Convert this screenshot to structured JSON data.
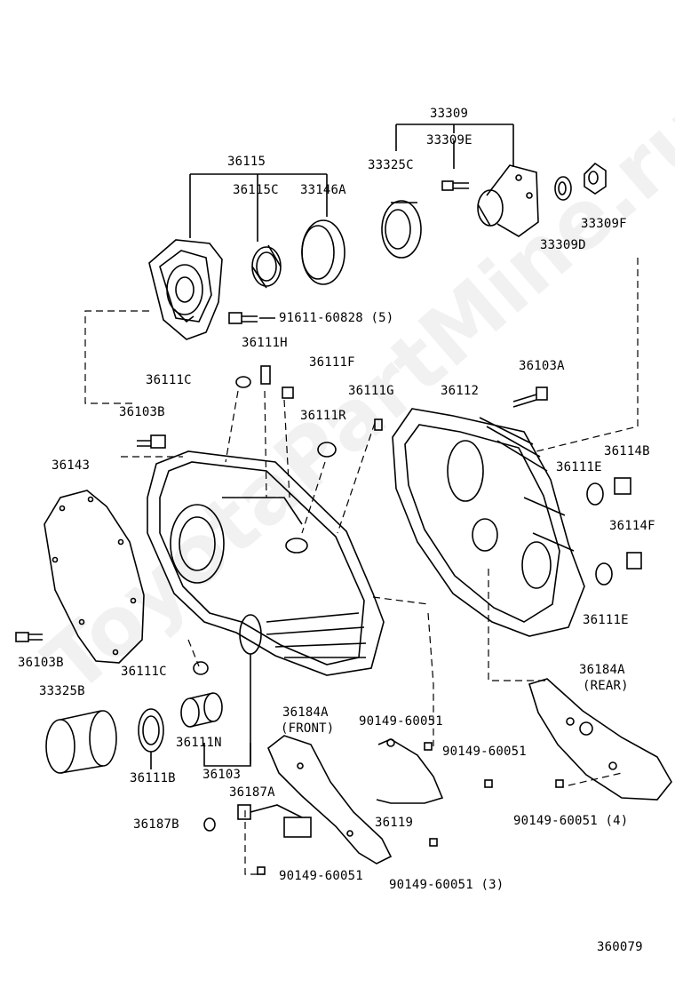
{
  "labels": {
    "p33309": "33309",
    "p33309e": "33309E",
    "p33325c": "33325C",
    "p36115": "36115",
    "p36115c": "36115C",
    "p33146a": "33146A",
    "p33309f": "33309F",
    "p33309d": "33309D",
    "p91611": "91611-60828 (5)",
    "p36111h": "36111H",
    "p36111f": "36111F",
    "p36111c_top": "36111C",
    "p36111g": "36111G",
    "p36112": "36112",
    "p36103a": "36103A",
    "p36103b_top": "36103B",
    "p36111r": "36111R",
    "p36114b": "36114B",
    "p36111e_top": "36111E",
    "p36143": "36143",
    "p36114f": "36114F",
    "p36111e_bot": "36111E",
    "p36103b_bot": "36103B",
    "p36111c_bot": "36111C",
    "p36184a_rear": "36184A",
    "p36184a_rear2": "(REAR)",
    "p33325b": "33325B",
    "p36184a_front": "36184A",
    "p36184a_front2": "(FRONT)",
    "p90149_a": "90149-60051",
    "p90149_b": "90149-60051",
    "p36111n": "36111N",
    "p36111b": "36111B",
    "p36103": "36103",
    "p36187a": "36187A",
    "p36187b": "36187B",
    "p36119": "36119",
    "p90149_4": "90149-60051 (4)",
    "p90149_3": "90149-60051 (3)",
    "p90149_c": "90149-60051",
    "code": "360079"
  },
  "watermark": "ToyotaPartMine.ru"
}
